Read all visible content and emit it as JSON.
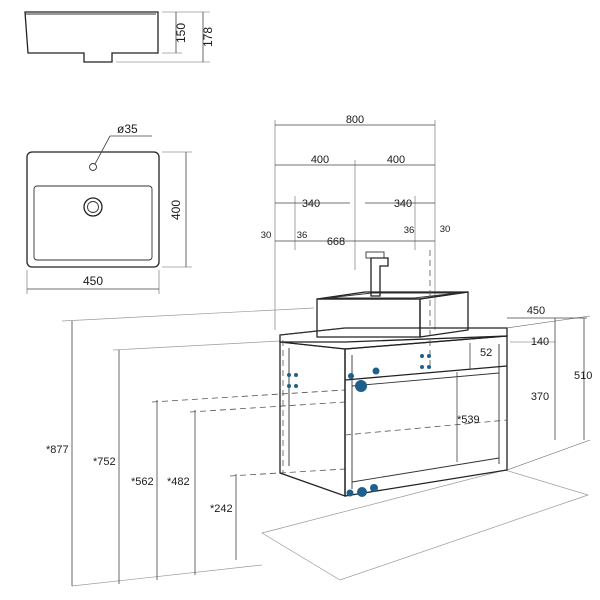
{
  "dimensions": {
    "basin_side_height": "150",
    "basin_side_total": "178",
    "tap_hole_diameter": "ø35",
    "basin_depth": "400",
    "basin_width": "450",
    "overall_width": "800",
    "half_left": "400",
    "half_right": "400",
    "inner_left": "340",
    "inner_right": "340",
    "edge_left": "30",
    "inset_left": "36",
    "inner_span": "668",
    "inset_right": "36",
    "edge_right": "30",
    "cabinet_depth": "450",
    "top_to_rail": "140",
    "cabinet_height": "510",
    "rail_gap": "52",
    "rail_to_bottom": "370",
    "inner_height": "*539",
    "h_877": "*877",
    "h_752": "*752",
    "h_562": "*562",
    "h_482": "*482",
    "h_242": "*242"
  },
  "colors": {
    "line": "#222222",
    "mounting_marker": "#1f5f8b"
  }
}
